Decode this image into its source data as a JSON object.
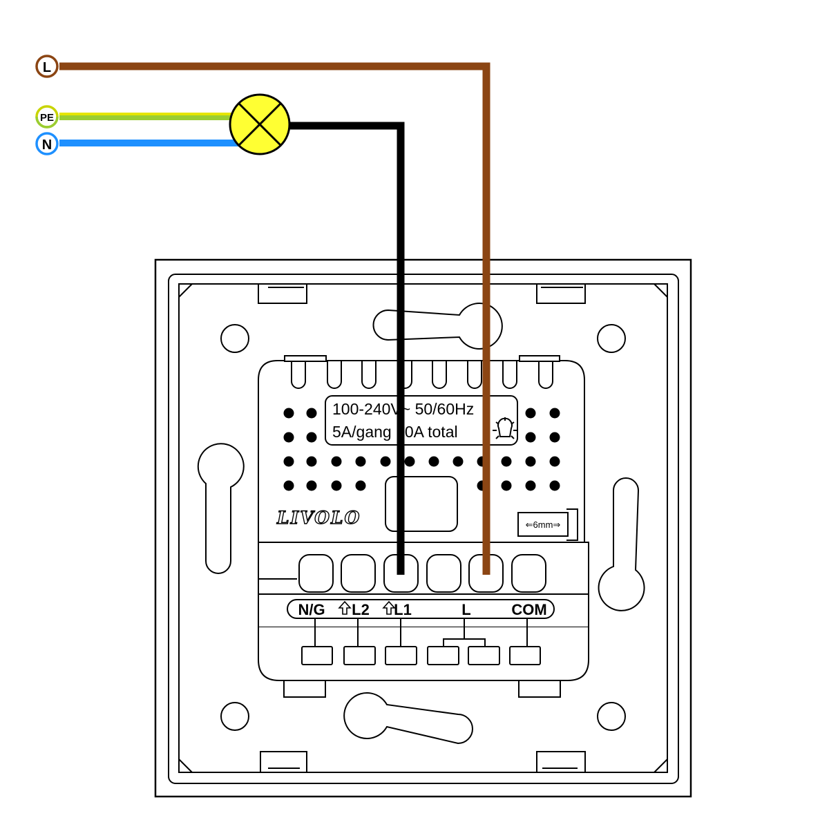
{
  "wiring": {
    "supply_terminals": [
      {
        "id": "L",
        "label": "L",
        "ring_color": "#8B4513"
      },
      {
        "id": "PE",
        "label": "PE",
        "ring_color": "#C8D400"
      },
      {
        "id": "N",
        "label": "N",
        "ring_color": "#1E90FF"
      }
    ],
    "wire_colors": {
      "live": "#8B4513",
      "earth": "#9ACD32",
      "earth_stripe": "#E5E500",
      "neutral": "#1E90FF",
      "switched": "#000000"
    },
    "lamp": {
      "icon": "lamp-cross-icon",
      "fill": "#FFFF33"
    }
  },
  "device": {
    "rating_line_1": "100-240V~ 50/60Hz",
    "rating_line_2": "5A/gang 10A total",
    "rating_icon": "light-bulb-icon",
    "brand": "LIVOLO",
    "strip_label": "⇐6mm⇒",
    "terminal_labels": [
      "N/G",
      "L2",
      "L1",
      "L",
      "COM"
    ],
    "arrow_icon": "up-arrow-icon"
  }
}
